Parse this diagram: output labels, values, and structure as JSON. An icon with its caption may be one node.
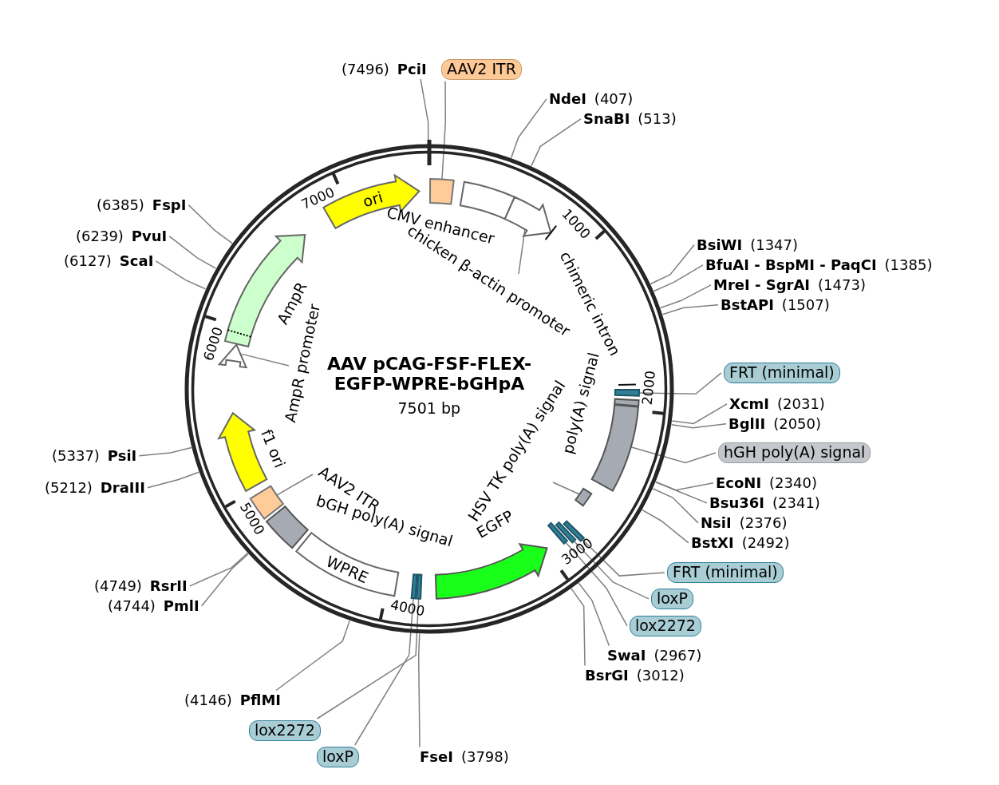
{
  "diagram": {
    "title": "AAV pCAG-FSF-FLEX-EGFP-WPRE-bGHpA",
    "nodes": [
      {
        "text": [
          "(7496)",
          "PciI"
        ]
      },
      {
        "text": [
          "AAV2 ITR"
        ]
      },
      {
        "text": [
          "NdeI",
          "(407)"
        ]
      },
      {
        "text": [
          "SnaBI",
          "(513)"
        ]
      },
      {
        "text": [
          "(6385)",
          "FspI"
        ]
      },
      {
        "text": [
          "(6239)",
          "PvuI"
        ]
      },
      {
        "text": [
          "(6127)",
          "ScaI"
        ]
      },
      {
        "text": [
          "BsiWI",
          "(1347)"
        ]
      },
      {
        "text": [
          "BfuAI - BspMI - PaqCI",
          "(1385)"
        ]
      },
      {
        "text": [
          "MreI - SgrAI",
          "(1473)"
        ]
      },
      {
        "text": [
          "BstAPI",
          "(1507)"
        ]
      },
      {
        "text": [
          "FRT (minimal)"
        ]
      },
      {
        "text": [
          "XcmI",
          "(2031)"
        ]
      },
      {
        "text": [
          "BglII",
          "(2050)"
        ]
      },
      {
        "text": [
          "hGH poly(A) signal"
        ]
      },
      {
        "text": [
          "EcoNI",
          "(2340)"
        ]
      },
      {
        "text": [
          "Bsu36I",
          "(2341)"
        ]
      },
      {
        "text": [
          "NsiI",
          "(2376)"
        ]
      },
      {
        "text": [
          "BstXI",
          "(2492)"
        ]
      },
      {
        "text": [
          "(5337)",
          "PsiI"
        ]
      },
      {
        "text": [
          "(5212)",
          "DraIII"
        ]
      },
      {
        "text": [
          "FRT (minimal)"
        ]
      },
      {
        "text": [
          "loxP"
        ]
      },
      {
        "text": [
          "lox2272"
        ]
      },
      {
        "text": [
          "(4749)",
          "RsrII"
        ]
      },
      {
        "text": [
          "(4744)",
          "PmlI"
        ]
      },
      {
        "text": [
          "SwaI",
          "(2967)"
        ]
      },
      {
        "text": [
          "BsrGI",
          "(3012)"
        ]
      },
      {
        "text": [
          "(4146)",
          "PflMI"
        ]
      },
      {
        "text": [
          "lox2272"
        ]
      },
      {
        "text": [
          "loxP"
        ]
      },
      {
        "text": [
          "FseI",
          "(3798)"
        ]
      },
      {
        "text": [
          "ori"
        ]
      },
      {
        "text": [],
        "shape": "box"
      },
      {
        "text": [],
        "shape": "box",
        "beside": [
          "CMV enhancer"
        ]
      },
      {
        "text": [],
        "shape": "arrow"
      },
      {
        "text": [
          "chicken β-actin promoter"
        ]
      },
      {
        "text": [
          "chimeric intron"
        ]
      },
      {
        "text": [],
        "shape": "arrow",
        "beside": [
          "AmpR"
        ]
      },
      {
        "text": [],
        "shape": "arrow"
      },
      {
        "text": [
          "AmpR promoter"
        ]
      },
      {
        "text": [],
        "shape": "arrow",
        "beside": [
          "f1 ori"
        ]
      },
      {
        "text": [],
        "shape": "box"
      },
      {
        "text": [],
        "shape": "bar",
        "beside": [
          "poly(A) signal"
        ]
      },
      {
        "text": [],
        "shape": "box"
      },
      {
        "text": [
          "HSV TK poly(A) signal"
        ]
      },
      {
        "text": [],
        "shape": "box"
      },
      {
        "text": [],
        "shape": "box"
      },
      {
        "text": [],
        "shape": "box"
      },
      {
        "text": [],
        "shape": "arrow",
        "beside": [
          "EGFP"
        ]
      },
      {
        "text": [],
        "shape": "box"
      },
      {
        "text": [
          "AAV2 ITR"
        ]
      },
      {
        "text": [],
        "shape": "box",
        "beside": [
          "bGH poly(A) signal"
        ]
      },
      {
        "text": [
          "WPRE"
        ]
      },
      {
        "text": [],
        "shape": "box"
      },
      {
        "text": [],
        "shape": "box"
      }
    ],
    "edges": [
      {
        "from": 0,
        "to": null,
        "arrow": "none"
      },
      {
        "from": 1,
        "to": 33,
        "arrow": "none"
      },
      {
        "from": 2,
        "to": null,
        "arrow": "none"
      },
      {
        "from": 3,
        "to": null,
        "arrow": "none"
      },
      {
        "from": 4,
        "to": null,
        "arrow": "none"
      },
      {
        "from": 5,
        "to": null,
        "arrow": "none"
      },
      {
        "from": 6,
        "to": null,
        "arrow": "none"
      },
      {
        "from": 7,
        "to": null,
        "arrow": "none"
      },
      {
        "from": 8,
        "to": null,
        "arrow": "none"
      },
      {
        "from": 9,
        "to": null,
        "arrow": "none"
      },
      {
        "from": 10,
        "to": null,
        "arrow": "none"
      },
      {
        "from": 11,
        "to": 42,
        "arrow": "none"
      },
      {
        "from": 12,
        "to": null,
        "arrow": "none"
      },
      {
        "from": 13,
        "to": null,
        "arrow": "none"
      },
      {
        "from": 14,
        "to": 43,
        "arrow": "none"
      },
      {
        "from": 15,
        "to": null,
        "arrow": "none"
      },
      {
        "from": 16,
        "to": null,
        "arrow": "none"
      },
      {
        "from": 17,
        "to": null,
        "arrow": "none"
      },
      {
        "from": 18,
        "to": null,
        "arrow": "none"
      },
      {
        "from": 19,
        "to": null,
        "arrow": "none"
      },
      {
        "from": 20,
        "to": null,
        "arrow": "none"
      },
      {
        "from": 21,
        "to": 46,
        "arrow": "none"
      },
      {
        "from": 22,
        "to": 47,
        "arrow": "none"
      },
      {
        "from": 23,
        "to": 48,
        "arrow": "none"
      },
      {
        "from": 24,
        "to": null,
        "arrow": "none"
      },
      {
        "from": 25,
        "to": null,
        "arrow": "none"
      },
      {
        "from": 26,
        "to": null,
        "arrow": "none"
      },
      {
        "from": 27,
        "to": null,
        "arrow": "none"
      },
      {
        "from": 28,
        "to": null,
        "arrow": "none"
      },
      {
        "from": 29,
        "to": 54,
        "arrow": "none"
      },
      {
        "from": 30,
        "to": 55,
        "arrow": "none"
      },
      {
        "from": 31,
        "to": null,
        "arrow": "none"
      },
      {
        "from": 36,
        "to": 35,
        "arrow": "none"
      },
      {
        "from": 40,
        "to": 39,
        "arrow": "none"
      },
      {
        "from": 45,
        "to": 44,
        "arrow": "none"
      },
      {
        "from": 51,
        "to": 50,
        "arrow": "none"
      }
    ],
    "labels": [
      "7501 bp",
      "1000",
      "2000",
      "3000",
      "4000",
      "5000",
      "6000",
      "7000"
    ]
  }
}
